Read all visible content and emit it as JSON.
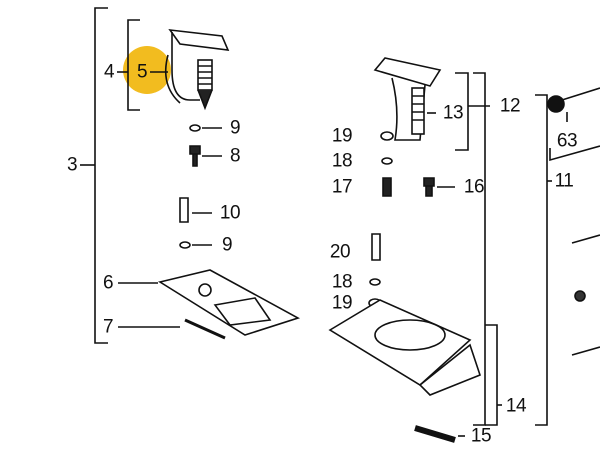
{
  "diagram": {
    "highlight_color": "#f2bc1f",
    "highlighted_part": "5",
    "labels": {
      "p3": "3",
      "p4": "4",
      "p5": "5",
      "p9a": "9",
      "p8": "8",
      "p10": "10",
      "p9b": "9",
      "p6": "6",
      "p7": "7",
      "p12": "12",
      "p13": "13",
      "p19a": "19",
      "p18a": "18",
      "p17": "17",
      "p16": "16",
      "p11": "11",
      "p63": "63",
      "p20": "20",
      "p18b": "18",
      "p19b": "19",
      "p14": "14",
      "p15": "15"
    }
  }
}
